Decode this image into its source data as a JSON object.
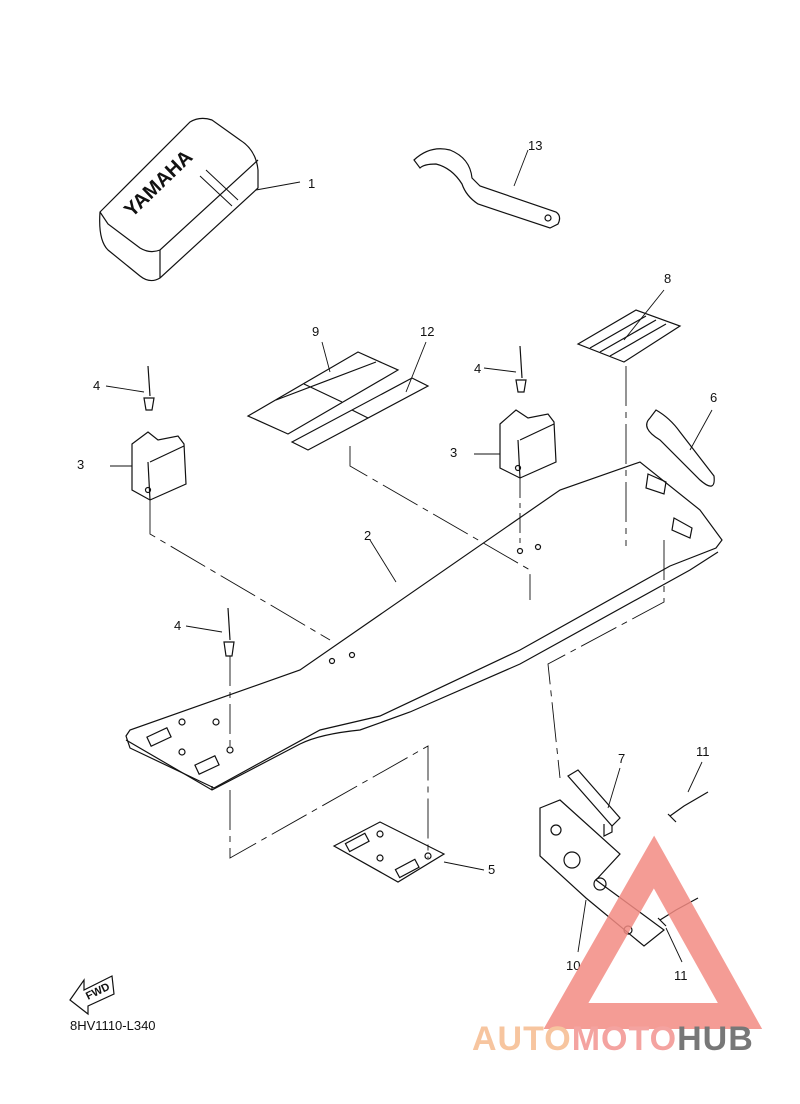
{
  "diagram": {
    "drawing_code": "8HV1110-L340",
    "fwd_label": "FWD",
    "cover_text": "YAMAHA",
    "callouts": {
      "c1": "1",
      "c2": "2",
      "c3a": "3",
      "c3b": "3",
      "c4a": "4",
      "c4b": "4",
      "c4c": "4",
      "c5": "5",
      "c6": "6",
      "c7": "7",
      "c8": "8",
      "c9": "9",
      "c10": "10",
      "c11a": "11",
      "c11b": "11",
      "c12": "12",
      "c13": "13"
    }
  },
  "watermark": {
    "part1": "AUTO",
    "part2": "MOTO",
    "part3": "HUB",
    "colors": {
      "auto": "#f7c59f",
      "moto": "#f4a3a0",
      "hub": "#777777",
      "triangle": "#f28b82"
    }
  }
}
